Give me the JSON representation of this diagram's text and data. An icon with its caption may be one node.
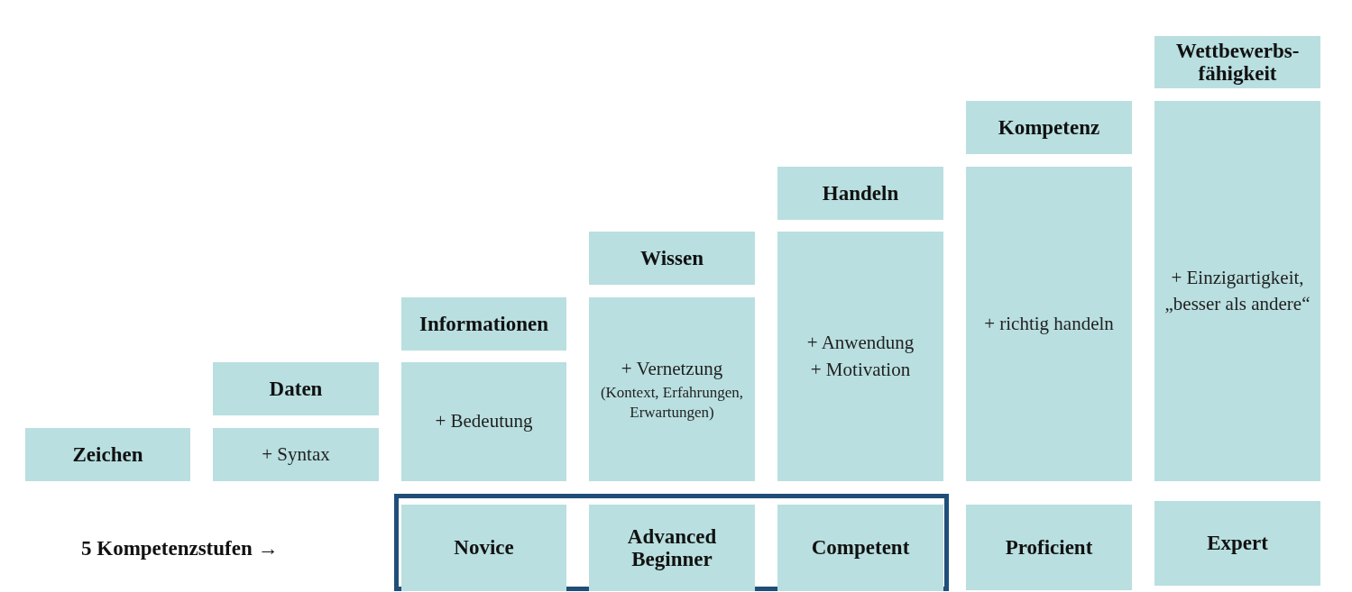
{
  "diagram": {
    "nodes": [
      {
        "text": [
          "Zeichen"
        ]
      },
      {
        "text": [
          "Daten"
        ]
      },
      {
        "text": [
          "+ Syntax"
        ]
      },
      {
        "text": [
          "Informationen"
        ]
      },
      {
        "text": [
          "+ Bedeutung"
        ]
      },
      {
        "text": [
          "Wissen"
        ]
      },
      {
        "text": [
          "+ Vernetzung",
          "(Kontext, Erfahrungen, Erwartungen)"
        ]
      },
      {
        "text": [
          "Handeln"
        ]
      },
      {
        "text": [
          "+ Anwendung",
          "+ Motivation"
        ]
      },
      {
        "text": [
          "Kompetenz"
        ]
      },
      {
        "text": [
          "+ richtig handeln"
        ]
      },
      {
        "text": [
          "Wettbewerbs-fähigkeit"
        ]
      },
      {
        "text": [
          "+ Einzigartigkeit, „besser als andere“"
        ]
      },
      {
        "text": [],
        "shape": "box"
      },
      {
        "text": [
          "Novice"
        ],
        "in": 13
      },
      {
        "text": [
          "Advanced Beginner"
        ],
        "in": 13
      },
      {
        "text": [
          "Competent"
        ],
        "in": 13
      },
      {
        "text": [
          "Proficient"
        ]
      },
      {
        "text": [
          "Expert"
        ]
      }
    ],
    "labels": [
      "5 Kompetenzstufen →"
    ]
  }
}
